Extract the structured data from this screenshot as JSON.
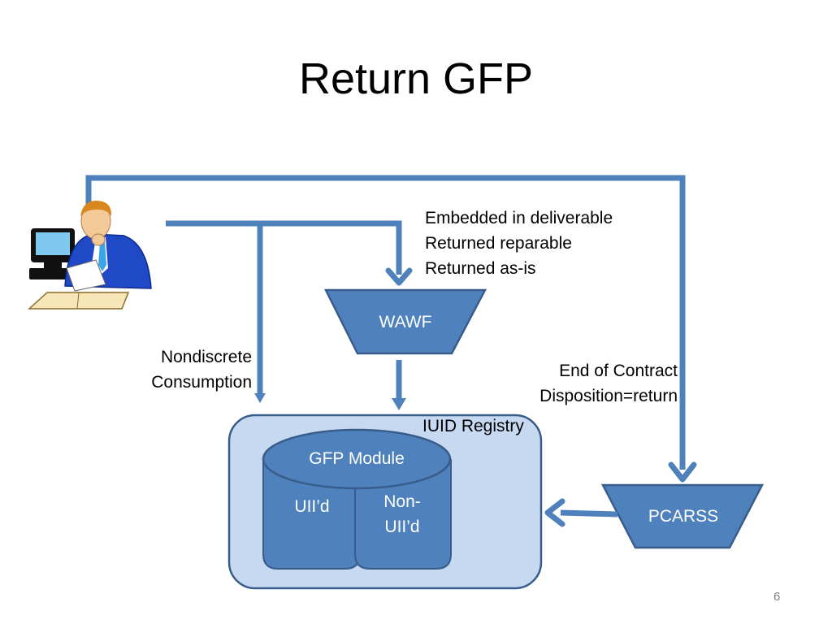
{
  "slide": {
    "title": "Return GFP",
    "page_number": "6"
  },
  "diagram": {
    "arrow_labels": {
      "top_right": [
        "Embedded in deliverable",
        "Returned reparable",
        "Returned as-is"
      ],
      "left": [
        "Nondiscrete",
        "Consumption"
      ],
      "right": [
        "End of Contract",
        "Disposition=return"
      ]
    },
    "nodes": {
      "wawf": "WAWF",
      "pcarss": "PCARSS",
      "registry": "IUID Registry",
      "gfp_module": "GFP Module",
      "uiid": "UII’d",
      "non_uiid": [
        "Non-",
        "UII’d"
      ]
    }
  },
  "colors": {
    "arrow": "#4f81bd",
    "shape_fill": "#4f81bd",
    "shape_stroke": "#385d8a",
    "registry_fill": "#c6d9f1",
    "text": "#000000",
    "shape_text": "#ffffff"
  }
}
